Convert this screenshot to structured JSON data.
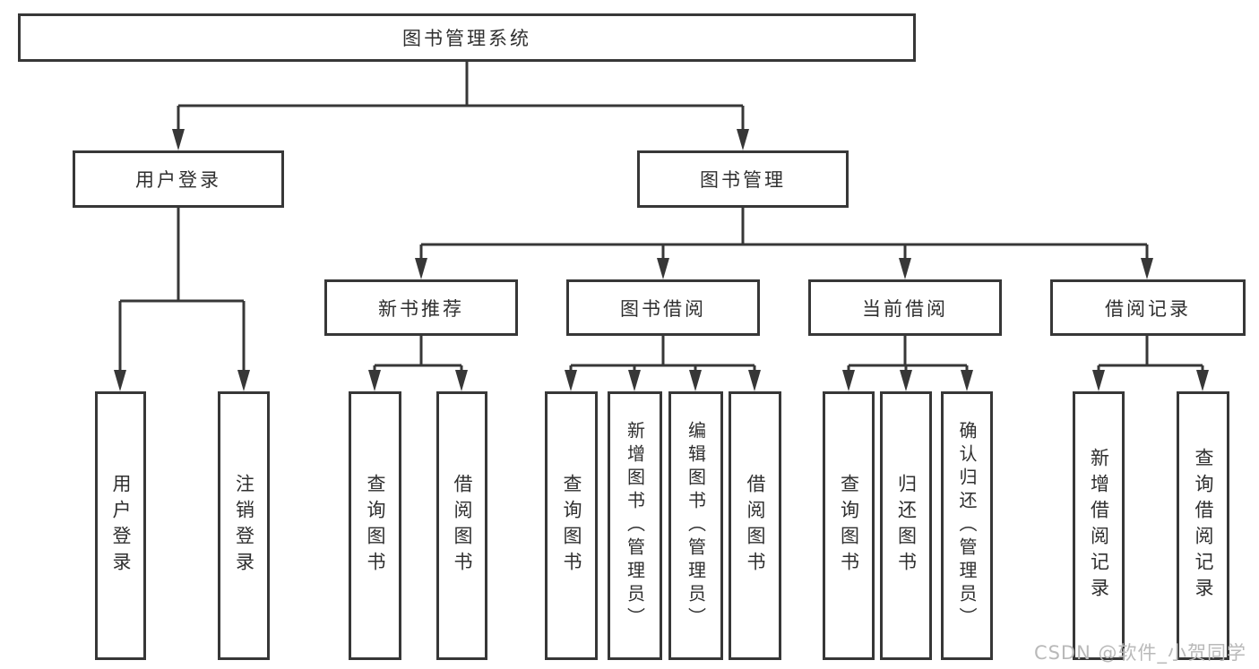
{
  "colors": {
    "line": "#373737",
    "box_border": "#373737",
    "box_fill": "#ffffff",
    "text": "#2f2f2f",
    "watermark": "#b9b9b9",
    "background": "#ffffff"
  },
  "watermark": {
    "text": "CSDN @软件_小贺同学"
  },
  "diagram": {
    "root": {
      "label": "图书管理系统"
    },
    "branches": [
      {
        "label": "用户登录",
        "children": [
          {
            "label": "用户登录"
          },
          {
            "label": "注销登录"
          }
        ]
      },
      {
        "label": "图书管理",
        "children": [
          {
            "label": "新书推荐",
            "children": [
              {
                "label": "查询图书"
              },
              {
                "label": "借阅图书"
              }
            ]
          },
          {
            "label": "图书借阅",
            "children": [
              {
                "label": "查询图书"
              },
              {
                "label": "新增图书（管理员）"
              },
              {
                "label": "编辑图书（管理员）"
              },
              {
                "label": "借阅图书"
              }
            ]
          },
          {
            "label": "当前借阅",
            "children": [
              {
                "label": "查询图书"
              },
              {
                "label": "归还图书"
              },
              {
                "label": "确认归还（管理员）"
              }
            ]
          },
          {
            "label": "借阅记录",
            "children": [
              {
                "label": "新增借阅记录"
              },
              {
                "label": "查询借阅记录"
              }
            ]
          }
        ]
      }
    ]
  }
}
